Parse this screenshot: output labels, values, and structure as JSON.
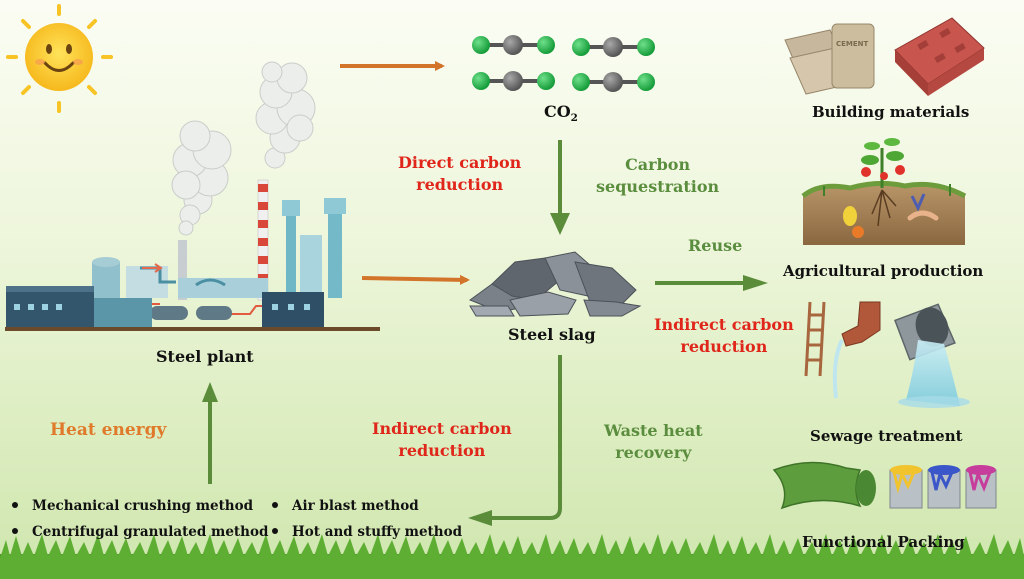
{
  "labels": {
    "co2": "CO",
    "co2_sub": "2",
    "steel_plant": "Steel plant",
    "steel_slag": "Steel slag",
    "direct_carbon_reduction": [
      "Direct carbon",
      "reduction"
    ],
    "carbon_sequestration": [
      "Carbon",
      "sequestration"
    ],
    "reuse": "Reuse",
    "indirect_carbon_reduction_right": [
      "Indirect carbon",
      "reduction"
    ],
    "indirect_carbon_reduction_bottom": [
      "Indirect carbon",
      "reduction"
    ],
    "waste_heat_recovery": [
      "Waste heat",
      "recovery"
    ],
    "heat_energy": "Heat energy",
    "building_materials": "Building materials",
    "agricultural_production": "Agricultural production",
    "sewage_treatment": "Sewage treatment",
    "functional_packing": "Functional Packing",
    "cement_bag_text": "CEMENT"
  },
  "methods": [
    "Mechanical crushing method",
    "Air blast method",
    "Centrifugal granulated method",
    "Hot and stuffy method"
  ],
  "colors": {
    "arrow_orange": "#d2752a",
    "arrow_green": "#5a8c3a",
    "text_red": "#e0261b",
    "text_green": "#5b8d3e",
    "text_orange": "#e07a2a",
    "carbon_atom": "#6b6b6b",
    "oxygen_atom": "#25b14a"
  }
}
